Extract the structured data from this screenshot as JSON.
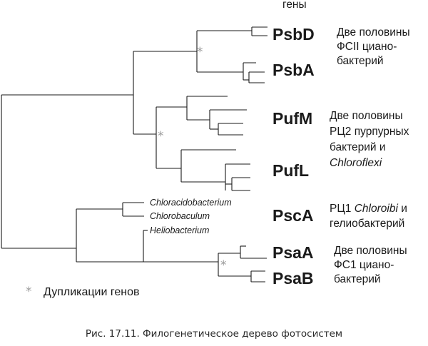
{
  "top_fragment": "гены",
  "genes": {
    "psbD": "PsbD",
    "psbA": "PsbA",
    "pufM": "PufM",
    "pufL": "PufL",
    "pscA": "PscA",
    "psaA": "PsaA",
    "psaB": "PsaB"
  },
  "taxa": {
    "chloracidobacterium": "Chloracidobacterium",
    "chlorobaculum": "Chlorobaculum",
    "heliobacterium": "Heliobacterium"
  },
  "descriptions": {
    "psii": [
      "Две половины",
      "ФСII циано-",
      "бактерий"
    ],
    "rc2": {
      "lines": [
        "Две половины",
        "РЦ2 пурпурных",
        "бактерий и"
      ],
      "italic": "Chloroflexi"
    },
    "rc1": {
      "line1_prefix": "РЦ1 ",
      "line1_italic": "Chloroibi",
      "line1_suffix": " и",
      "line2": "гелиобактерий"
    },
    "psi": [
      "Две половины",
      "ФС1 циано-",
      "бактерий"
    ]
  },
  "duplication_marker": "*",
  "legend": {
    "symbol": "*",
    "label": "Дупликации генов"
  },
  "caption": {
    "number": "Рис. 17.11.",
    "text": "Филогенетическое дерево фотосистем"
  },
  "colors": {
    "lines": "#1a1a1a",
    "star": "#9a9a9a"
  }
}
